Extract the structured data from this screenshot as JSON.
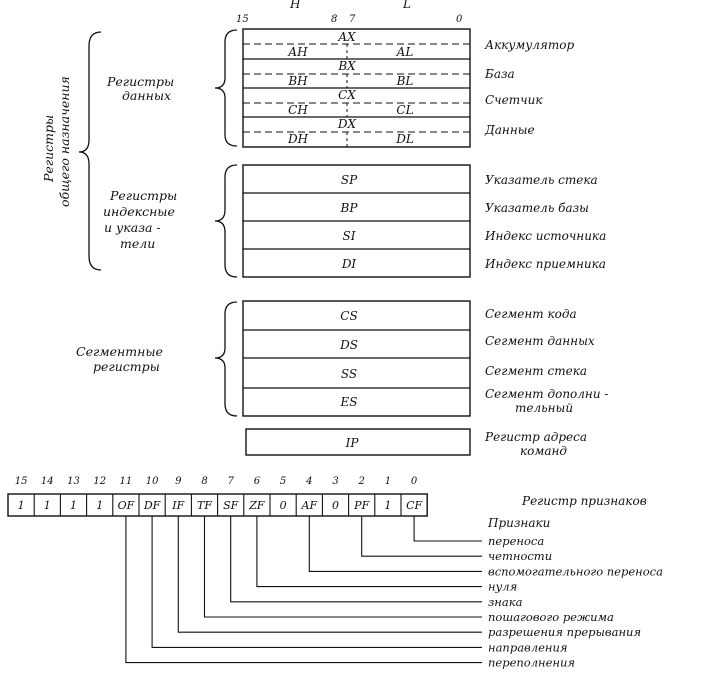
{
  "byte_labels": {
    "bit15": "15",
    "high": "H",
    "bit8": "8",
    "bit7": "7",
    "low": "L",
    "bit0": "0"
  },
  "group_labels": {
    "general_purpose": [
      "Регистры",
      "общего назначения"
    ],
    "data_registers": [
      "Регистры",
      "данных"
    ],
    "index_registers": [
      "Регистры",
      "индексные",
      "и указа -",
      "тели"
    ],
    "segment_registers": [
      "Сегментные",
      "регистры"
    ]
  },
  "data_registers": [
    {
      "full": "AX",
      "high": "AH",
      "low": "AL",
      "desc": "Аккумулятор"
    },
    {
      "full": "BX",
      "high": "BH",
      "low": "BL",
      "desc": "База"
    },
    {
      "full": "CX",
      "high": "CH",
      "low": "CL",
      "desc": "Счетчик"
    },
    {
      "full": "DX",
      "high": "DH",
      "low": "DL",
      "desc": "Данные"
    }
  ],
  "index_registers": [
    {
      "name": "SP",
      "desc": "Указатель стека"
    },
    {
      "name": "BP",
      "desc": "Указатель базы"
    },
    {
      "name": "SI",
      "desc": "Индекс источника"
    },
    {
      "name": "DI",
      "desc": "Индекс приемника"
    }
  ],
  "segment_registers": [
    {
      "name": "CS",
      "desc": [
        "Сегмент кода"
      ]
    },
    {
      "name": "DS",
      "desc": [
        "Сегмент данных"
      ]
    },
    {
      "name": "SS",
      "desc": [
        "Сегмент стека"
      ]
    },
    {
      "name": "ES",
      "desc": [
        "Сегмент дополни -",
        "тельный"
      ]
    }
  ],
  "ip_register": {
    "name": "IP",
    "desc": [
      "Регистр адреса",
      "команд"
    ]
  },
  "flags_register": {
    "title": "Регистр признаков",
    "bit_numbers": [
      "15",
      "14",
      "13",
      "12",
      "11",
      "10",
      "9",
      "8",
      "7",
      "6",
      "5",
      "4",
      "3",
      "2",
      "1",
      "0"
    ],
    "cells": [
      "1",
      "1",
      "1",
      "1",
      "OF",
      "DF",
      "IF",
      "TF",
      "SF",
      "ZF",
      "0",
      "AF",
      "0",
      "PF",
      "1",
      "CF"
    ],
    "heading": "Признаки",
    "flags": [
      {
        "cell": "CF",
        "label": "переноса"
      },
      {
        "cell": "PF",
        "label": "четности"
      },
      {
        "cell": "AF",
        "label": "вспомогательного переноса"
      },
      {
        "cell": "ZF",
        "label": "нуля"
      },
      {
        "cell": "SF",
        "label": "знака"
      },
      {
        "cell": "TF",
        "label": "пошагового режима"
      },
      {
        "cell": "IF",
        "label": "разрешения прерывания"
      },
      {
        "cell": "DF",
        "label": "направления"
      },
      {
        "cell": "OF",
        "label": "переполнения"
      }
    ]
  }
}
